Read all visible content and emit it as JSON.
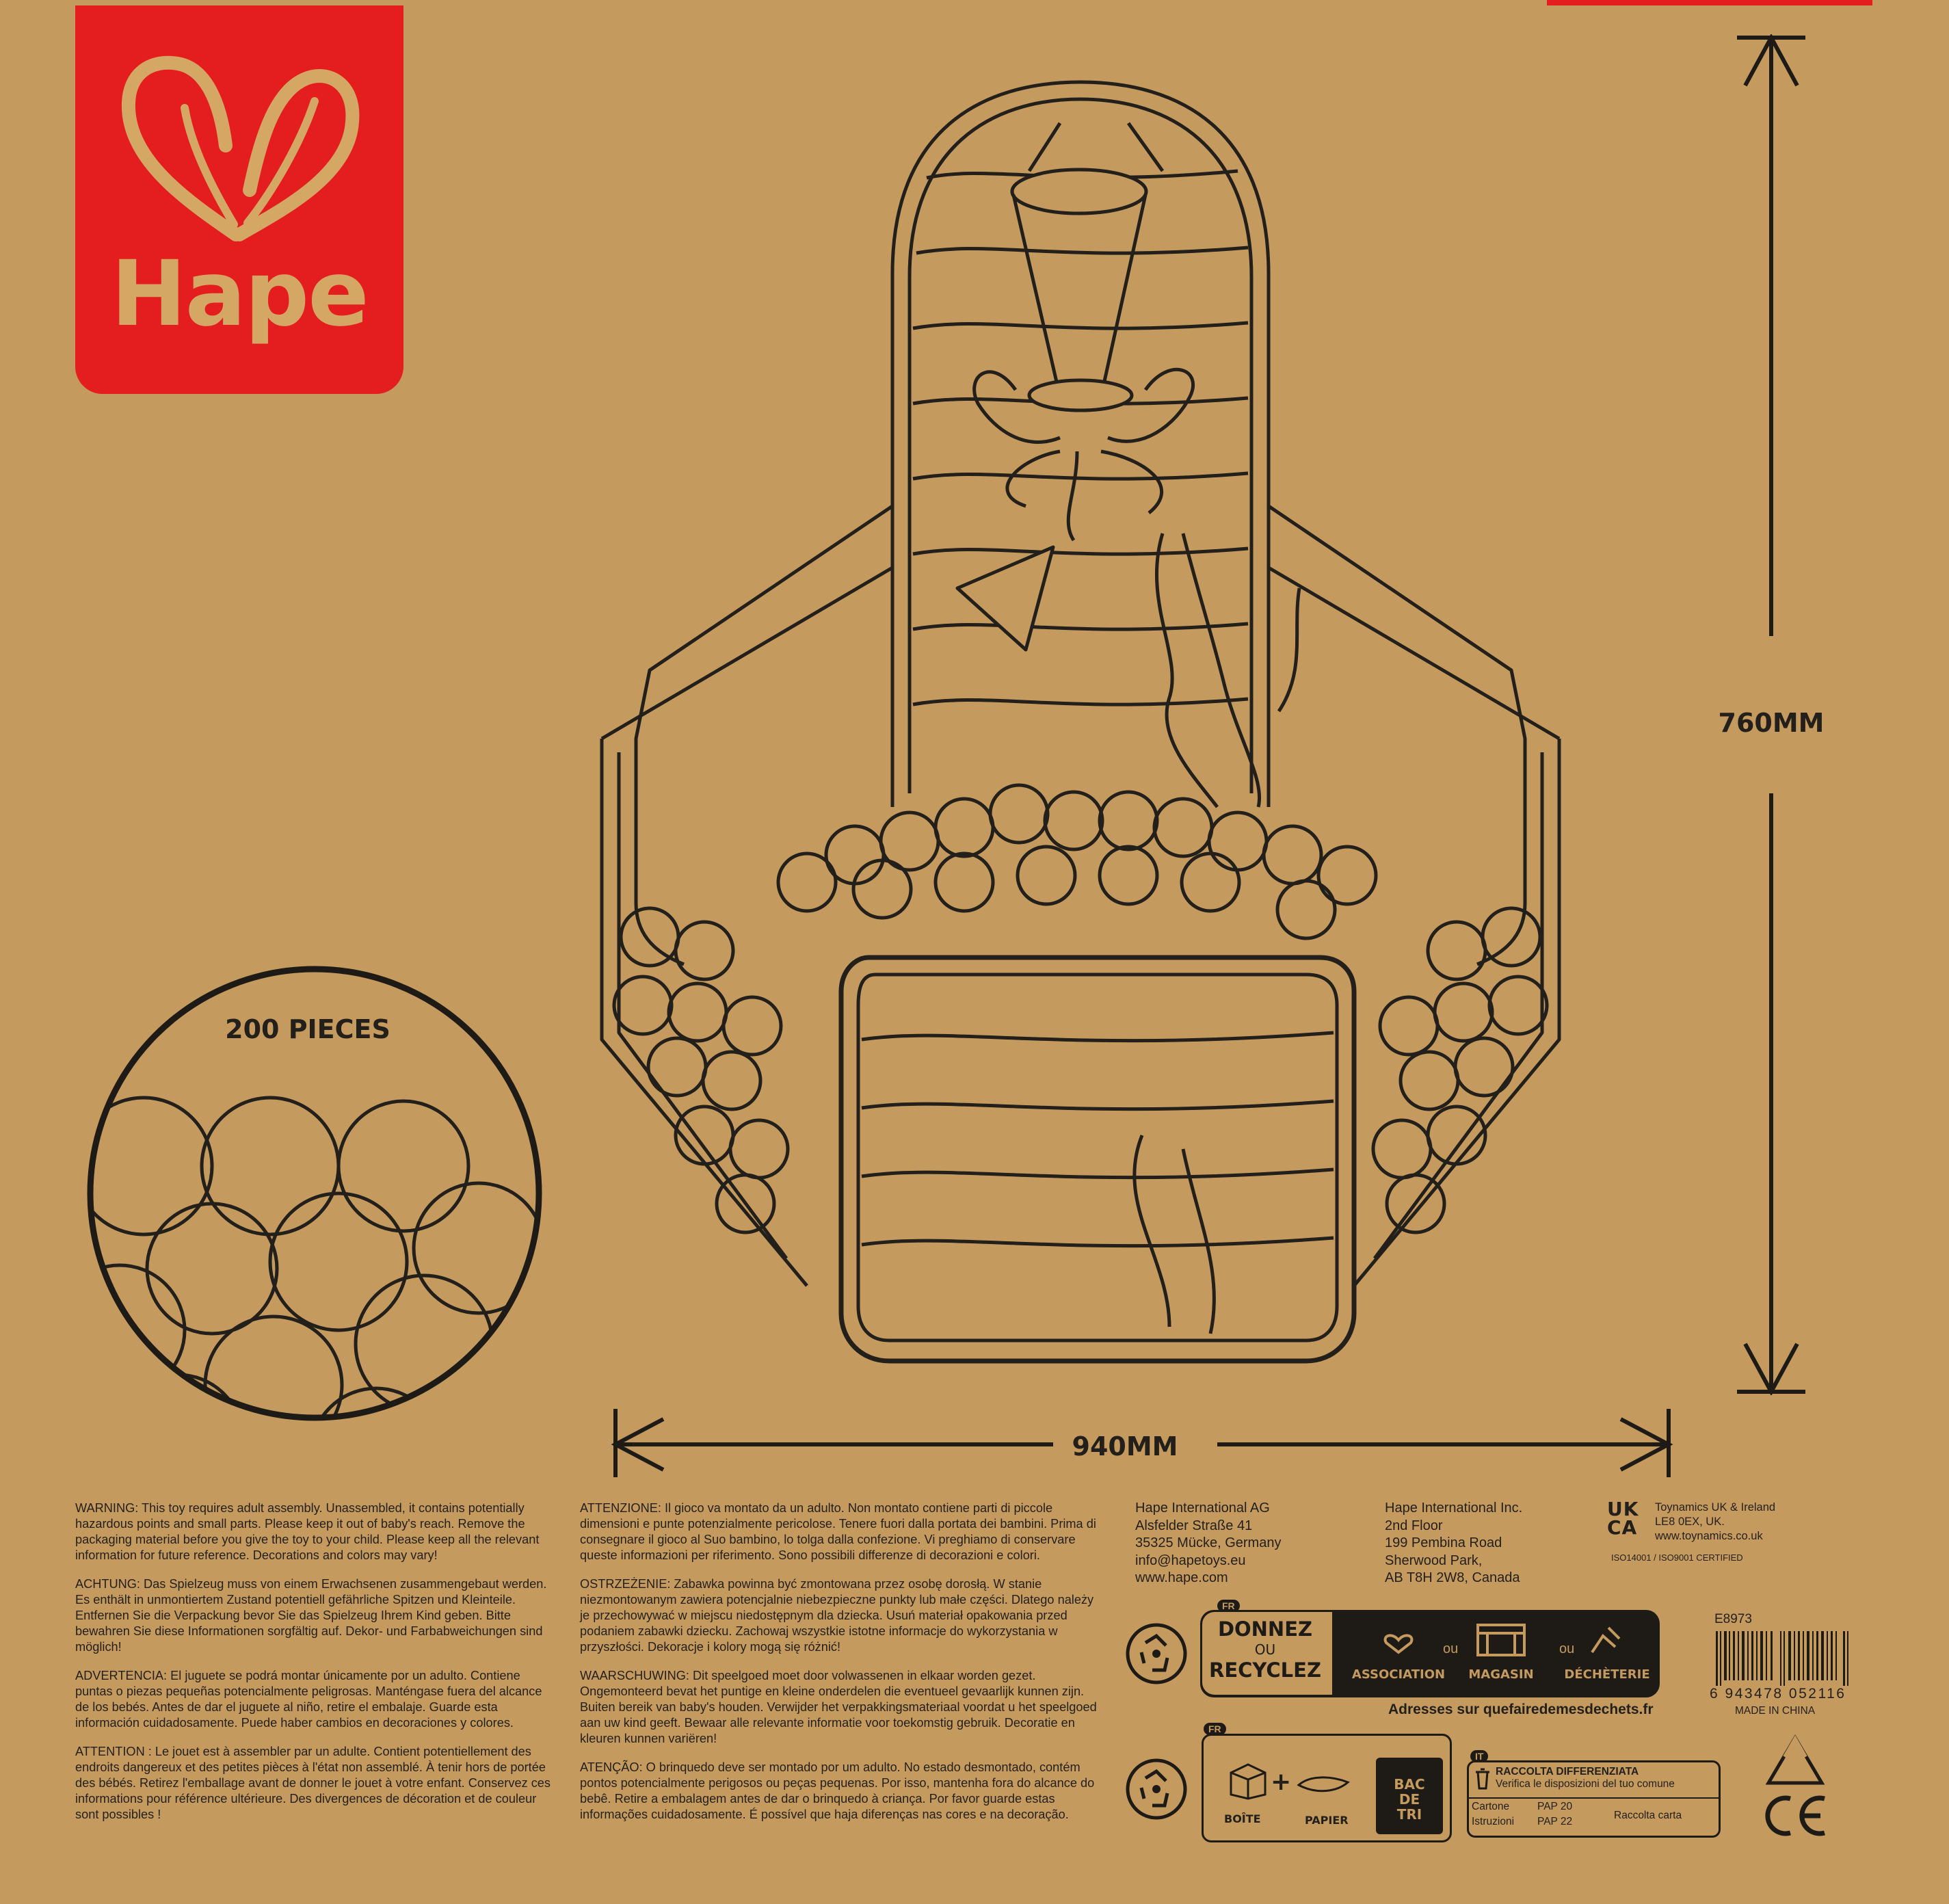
{
  "brand": {
    "name": "Hape",
    "colors": {
      "red": "#e41e1e",
      "kraft": "#c49a5e",
      "ink": "#231f1a",
      "logo_gold": "#d4a864"
    }
  },
  "dimensions": {
    "pieces": "200 PIECES",
    "width": "940MM",
    "height": "760MM"
  },
  "warnings": [
    "WARNING: This toy requires adult assembly. Unassembled, it contains potentially hazardous points and small parts. Please keep it out of baby's reach. Remove the packaging material before you give the toy to your child. Please keep all the relevant information for future reference. Decorations and colors may vary!",
    "ACHTUNG: Das Spielzeug muss von einem Erwachsenen zusammengebaut werden. Es enthält in unmontiertem Zustand potentiell gefährliche Spitzen und Kleinteile. Entfernen Sie die Verpackung bevor Sie das Spielzeug Ihrem Kind geben. Bitte bewahren Sie diese Informationen sorgfältig auf. Dekor- und Farbabweichungen sind möglich!",
    "ADVERTENCIA: El juguete se podrá montar únicamente por un adulto. Contiene puntas o piezas pequeñas potencialmente peligrosas. Manténgase fuera del alcance de los bebés. Antes de dar el juguete al niño, retire el embalaje. Guarde esta información cuidadosamente. Puede haber cambios en decoraciones y colores.",
    "ATTENTION : Le jouet est à assembler par un adulte. Contient potentiellement des endroits dangereux et des petites pièces à l'état non assemblé. À tenir hors de portée des bébés. Retirez l'emballage avant de donner le jouet à votre enfant. Conservez ces informations pour référence ultérieure. Des divergences de décoration et de couleur sont possibles !",
    "ATTENZIONE: Il gioco va montato da un adulto. Non montato contiene parti di piccole dimensioni e punte potenzialmente pericolose. Tenere fuori dalla portata dei bambini. Prima di consegnare il gioco al Suo bambino, lo tolga dalla confezione. Vi preghiamo di conservare queste informazioni per riferimento. Sono possibili differenze di decorazioni e colori.",
    "OSTRZEŻENIE: Zabawka powinna być zmontowana przez osobę dorosłą. W stanie niezmontowanym zawiera potencjalnie niebezpieczne punkty lub małe części. Dlatego należy je przechowywać w miejscu niedostępnym dla dziecka. Usuń materiał opakowania przed podaniem zabawki dziecku. Zachowaj wszystkie istotne informacje do wykorzystania w przyszłości. Dekoracje i kolory mogą się różnić!",
    "WAARSCHUWING: Dit speelgoed moet door volwassenen in elkaar worden gezet. Ongemonteerd bevat het puntige en kleine onderdelen die eventueel gevaarlijk kunnen zijn. Buiten bereik van baby's houden. Verwijder het verpakkingsmateriaal voordat u het speelgoed aan uw kind geeft. Bewaar alle relevante informatie voor toekomstig gebruik. Decoratie en kleuren kunnen variëren!",
    "ATENÇÃO: O brinquedo deve ser montado por um adulto. No estado desmontado, contém pontos potencialmente perigosos ou peças pequenas. Por isso, mantenha fora do alcance do bebê. Retire a embalagem antes de dar o brinquedo à criança. Por favor guarde estas informações cuidadosamente. É possível que haja diferenças nas cores e na decoração."
  ],
  "address_de": [
    "Hape International AG",
    "Alsfelder Straße 41",
    "35325 Mücke, Germany",
    "info@hapetoys.eu",
    "www.hape.com"
  ],
  "address_ca": [
    "Hape International Inc.",
    "2nd Floor",
    "199 Pembina Road",
    "Sherwood Park,",
    "AB T8H 2W8, Canada"
  ],
  "ukca": {
    "mark_line1": "UK",
    "mark_line2": "CA",
    "lines": [
      "Toynamics UK & Ireland",
      "LE8 0EX, UK.",
      "www.toynamics.co.uk"
    ],
    "iso": "ISO14001 / ISO9001 CERTIFIED"
  },
  "recycle_fr": {
    "tag": "FR",
    "donnez": "DONNEZ",
    "ou": "OU",
    "recyclez": "RECYCLEZ",
    "options": [
      "ASSOCIATION",
      "MAGASIN",
      "DÉCHÈTERIE"
    ],
    "ou_between": "ou",
    "adresses": "Adresses sur quefairedemesdechets.fr"
  },
  "triman_fr": {
    "tag": "FR",
    "boite": "BOÎTE",
    "papier": "PAPIER",
    "bin": [
      "BAC",
      "DE",
      "TRI"
    ]
  },
  "raccolta_it": {
    "tag": "IT",
    "title": "RACCOLTA DIFFERENZIATA",
    "subtitle": "Verifica le disposizioni del tuo comune",
    "rows": [
      [
        "Cartone",
        "PAP 20"
      ],
      [
        "Istruzioni",
        "PAP 22"
      ]
    ],
    "note": "Raccolta carta"
  },
  "product_code": "E8973",
  "barcode_number": "6 943478 052116",
  "made_in": "MADE IN CHINA"
}
